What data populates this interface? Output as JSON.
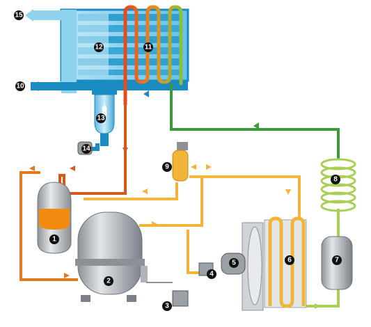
{
  "diagram": {
    "components": [
      {
        "key": "c1",
        "label": "1"
      },
      {
        "key": "c2",
        "label": "2"
      },
      {
        "key": "c3",
        "label": "3"
      },
      {
        "key": "c4",
        "label": "4"
      },
      {
        "key": "c5",
        "label": "5"
      },
      {
        "key": "c6",
        "label": "6"
      },
      {
        "key": "c7",
        "label": "7"
      },
      {
        "key": "c8",
        "label": "8"
      },
      {
        "key": "c9",
        "label": "9"
      },
      {
        "key": "c10",
        "label": "10"
      },
      {
        "key": "c11",
        "label": "11"
      },
      {
        "key": "c12",
        "label": "12"
      },
      {
        "key": "c13",
        "label": "13"
      },
      {
        "key": "c14",
        "label": "14"
      },
      {
        "key": "c15",
        "label": "15"
      }
    ],
    "colors": {
      "air_dark": "#1a8cc2",
      "air_light": "#8fd3ee",
      "refrigerant_hot": "#e07a1f",
      "refrigerant_warm": "#f2b53a",
      "refrigerant_liquid": "#a9cf57",
      "refrigerant_cold": "#3c9a3a",
      "suction": "#d35a1c",
      "steel": "#9aa0a6",
      "oil": "#f28c10",
      "badge": "#111111"
    }
  }
}
